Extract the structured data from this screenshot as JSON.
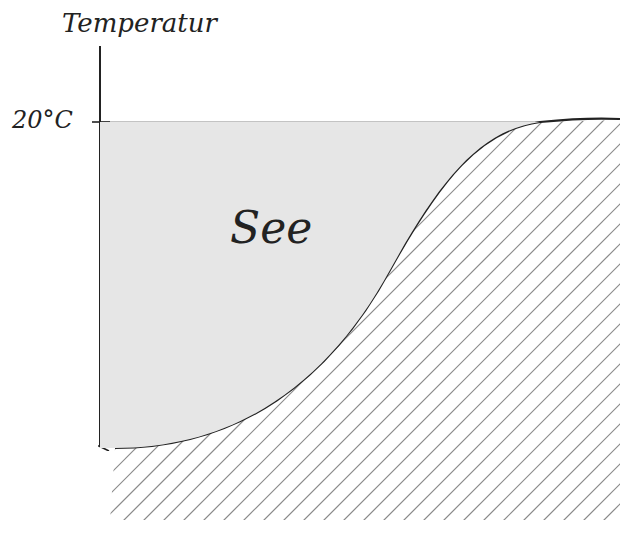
{
  "diagram": {
    "nodes": [
      {
        "text": [
          "See"
        ]
      }
    ],
    "labels": [
      "Temperatur",
      "20°C"
    ]
  }
}
